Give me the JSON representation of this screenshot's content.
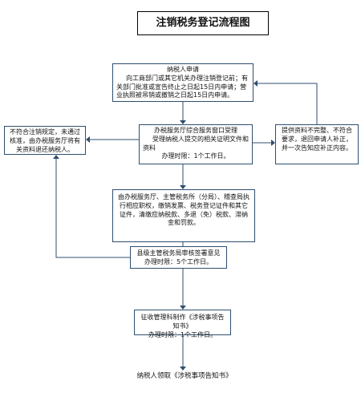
{
  "title": "注销税务登记流程图",
  "boxes": {
    "apply": {
      "heading": "纳税人申请",
      "text": "向工商部门或其它机关办理注销登记前；有关部门批准或宣告终止之日起15日内申请；营业执照被吊销或撤销之日起15日内申请。"
    },
    "window": {
      "line1": "办税服务厅综合服务窗口受理",
      "line2": "受理纳税人提交的相关证明文件和资料",
      "line3": "办理时限：1个工作日。"
    },
    "process": {
      "text": "由办税服务厅、主管税务所（分局）、稽查局执行相应职权，缴销发票、税务登记证件和其它证件，清缴应纳税款、多退（免）税款、滞纳金和罚款。"
    },
    "county": {
      "line1": "县级主管税务局审核签署意见",
      "line2": "办理时限：5个工作日。"
    },
    "collection": {
      "line1": "征收管理科制作《涉税事项告知书》",
      "line2": "办理时限：1个工作日。"
    },
    "reject": {
      "text": "不符合注销规定，未通过核准，由办税服务厅将有关资料退还纳税人。"
    },
    "incomplete": {
      "text": "提供资料不完整、不符合要求，退回申请人补正，并一次告知应补正内容。"
    }
  },
  "final": "纳税人领取《涉税事项告知书》"
}
